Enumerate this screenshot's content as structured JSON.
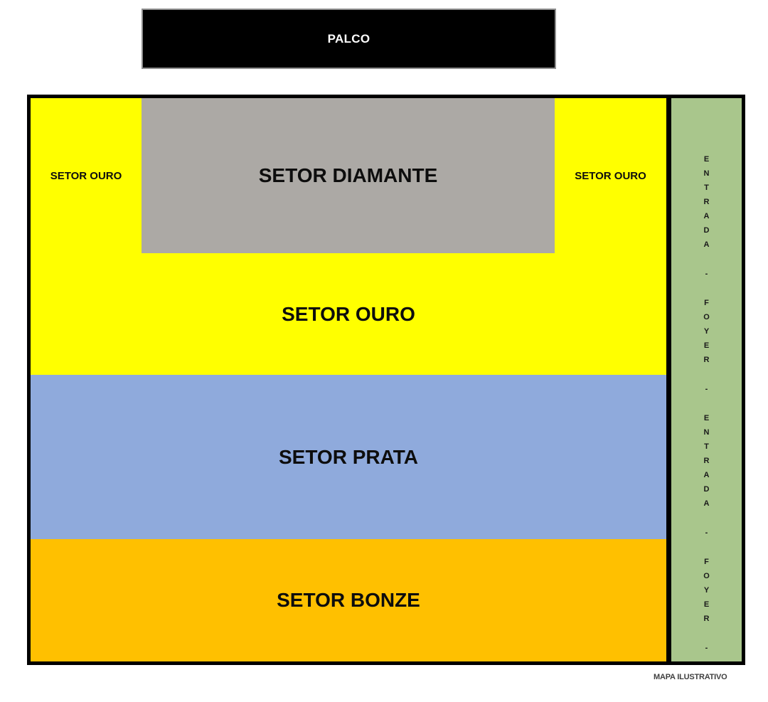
{
  "stage": {
    "label": "PALCO"
  },
  "sectors": {
    "ouro_left": "SETOR OURO",
    "ouro_right": "SETOR OURO",
    "diamante": "SETOR DIAMANTE",
    "ouro": "SETOR OURO",
    "prata": "SETOR PRATA",
    "bonze": "SETOR BONZE"
  },
  "entrance": {
    "full_text": "ENTRADA - FOYER - ENTRADA - FOYER -",
    "chars": [
      "E",
      "N",
      "T",
      "R",
      "A",
      "D",
      "A",
      "-",
      "F",
      "O",
      "Y",
      "E",
      "R",
      "-",
      "E",
      "N",
      "T",
      "R",
      "A",
      "D",
      "A",
      "-",
      "F",
      "O",
      "Y",
      "E",
      "R",
      "-"
    ]
  },
  "footer": {
    "note": "MAPA ILUSTRATIVO"
  },
  "colors": {
    "stage_bg": "#000000",
    "stage_text": "#ffffff",
    "ouro": "#FFFF00",
    "diamante": "#ACA9A5",
    "prata": "#8FAADC",
    "bonze": "#FFC000",
    "entrance": "#A9C68C",
    "border": "#000000"
  }
}
